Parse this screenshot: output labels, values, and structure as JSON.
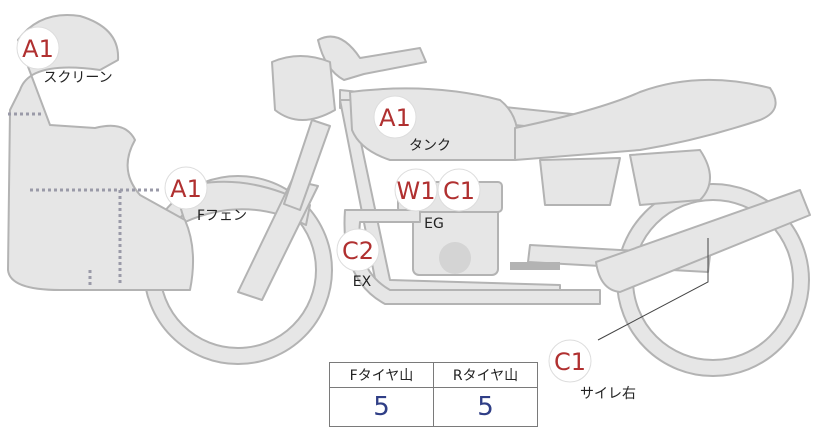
{
  "colors": {
    "body": "#e6e6e6",
    "outline": "#b3b3b3",
    "badge_text": "#b03030",
    "value_text": "#2f3e86"
  },
  "callouts": [
    {
      "id": "screen",
      "code": "A1",
      "label": "スクリーン"
    },
    {
      "id": "fender",
      "code": "A1",
      "label": "Fフェン"
    },
    {
      "id": "tank",
      "code": "A1",
      "label": "タンク"
    },
    {
      "id": "eg",
      "code": "W1",
      "code2": "C1",
      "label": "EG"
    },
    {
      "id": "ex",
      "code": "C2",
      "label": "EX"
    },
    {
      "id": "muffler",
      "code": "C1",
      "label": "サイレ右"
    }
  ],
  "tread": {
    "headers": [
      "Fタイヤ山",
      "Rタイヤ山"
    ],
    "values": [
      "5",
      "5"
    ]
  }
}
